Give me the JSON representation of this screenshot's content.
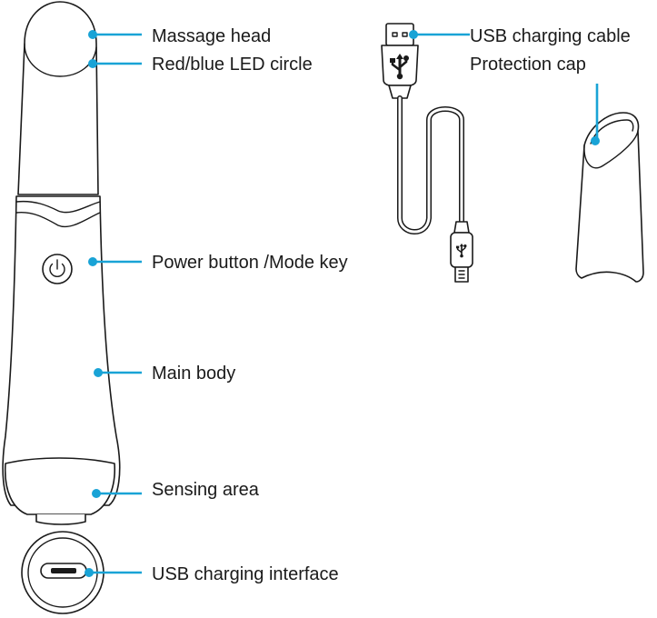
{
  "labels": {
    "massage_head": "Massage head",
    "led_circle": "Red/blue LED circle",
    "power_button": "Power button /Mode key",
    "main_body": "Main body",
    "sensing_area": "Sensing area",
    "usb_interface": "USB charging interface",
    "usb_cable": "USB charging cable",
    "protection_cap": "Protection cap"
  },
  "colors": {
    "leader": "#19a3d6",
    "outline": "#1a1a1a",
    "background": "#ffffff"
  },
  "icons": {
    "power": "power-icon",
    "usb": "usb-trident-icon"
  }
}
